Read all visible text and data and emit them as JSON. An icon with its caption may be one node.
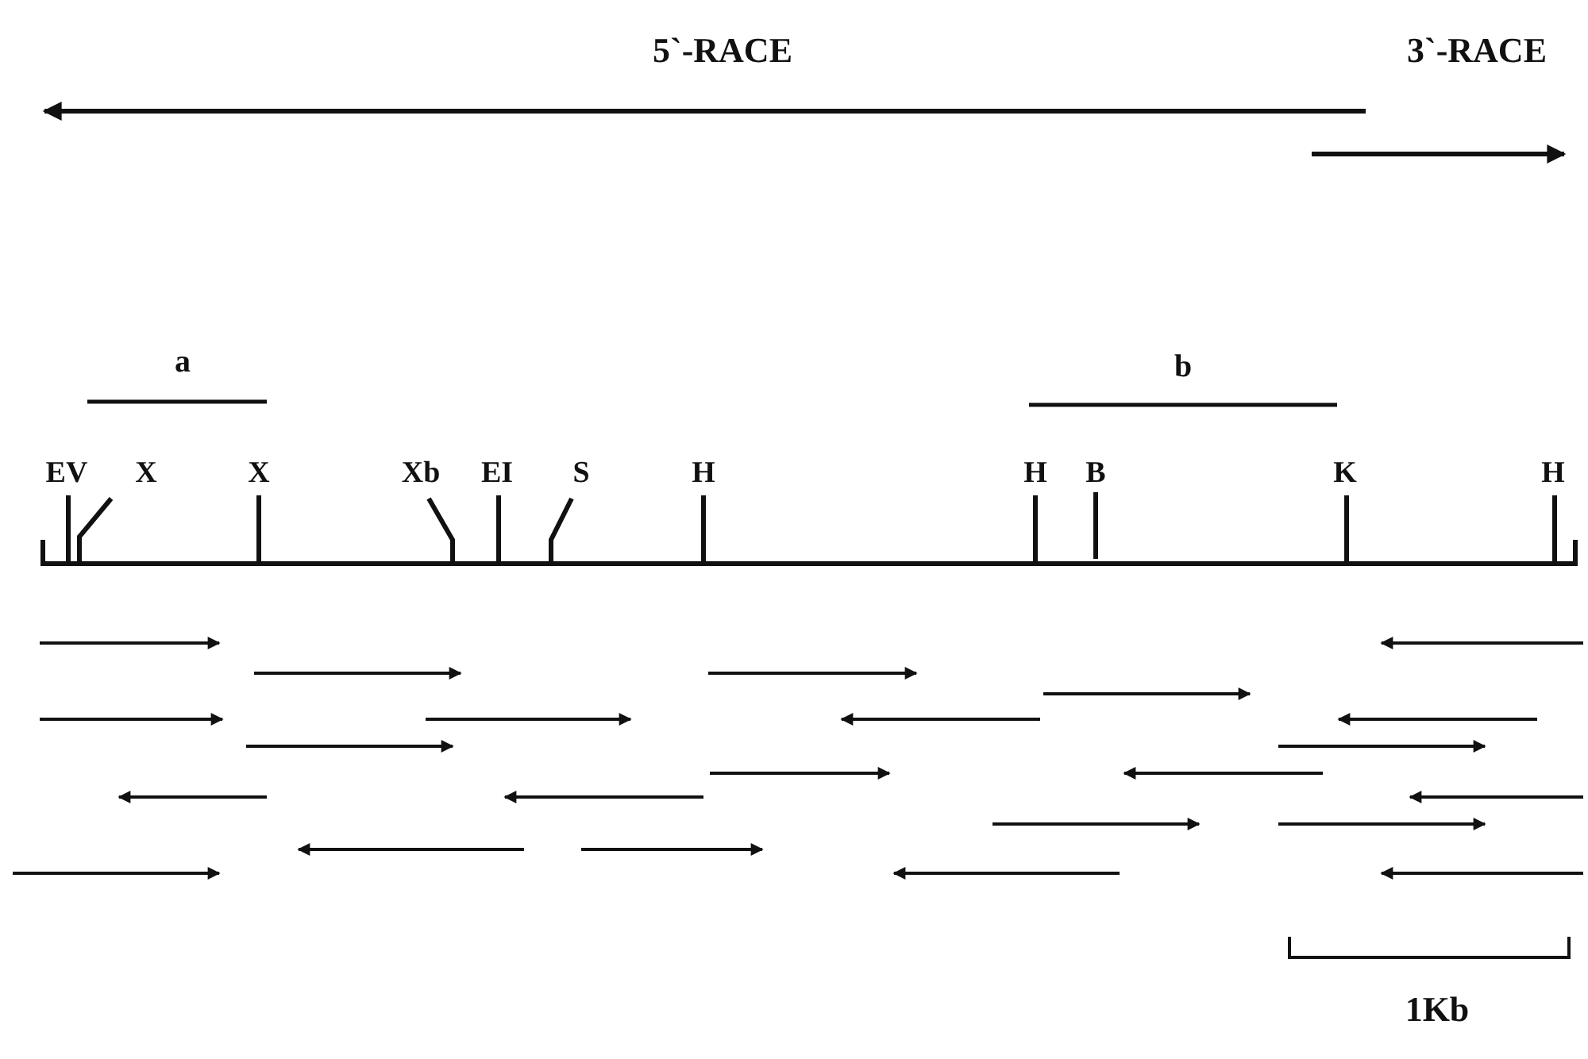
{
  "diagram": {
    "labels": [
      "5`-RACE",
      "3`-RACE",
      "a",
      "b",
      "EV",
      "X",
      "X",
      "Xb",
      "EI",
      "S",
      "H",
      "H",
      "B",
      "K",
      "H",
      "1Kb"
    ]
  }
}
